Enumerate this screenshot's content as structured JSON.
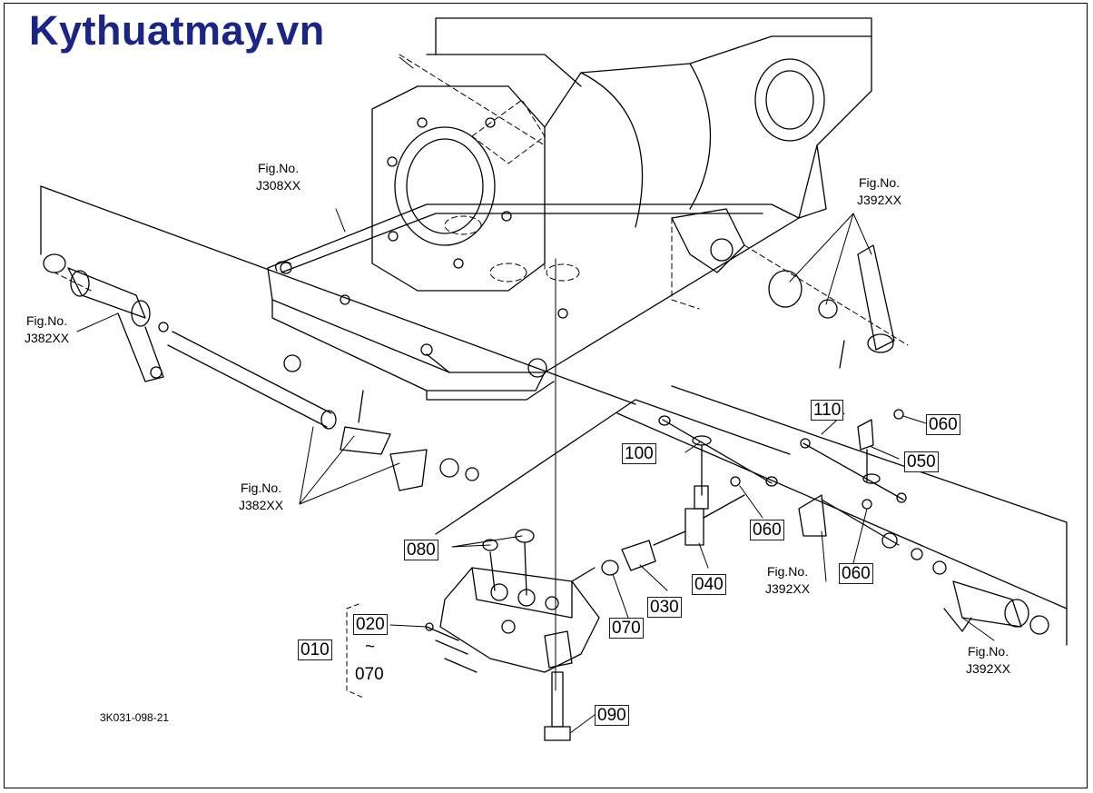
{
  "watermark": "Kythuatmay.vn",
  "figure_refs": [
    {
      "id": "j308",
      "label": "Fig.No.",
      "ref": "J308XX"
    },
    {
      "id": "j392-top",
      "label": "Fig.No.",
      "ref": "J392XX"
    },
    {
      "id": "j382-left",
      "label": "Fig.No.",
      "ref": "J382XX"
    },
    {
      "id": "j382-mid",
      "label": "Fig.No.",
      "ref": "J382XX"
    },
    {
      "id": "j392-mid",
      "label": "Fig.No.",
      "ref": "J392XX"
    },
    {
      "id": "j392-bottom",
      "label": "Fig.No.",
      "ref": "J392XX"
    }
  ],
  "part_labels": {
    "p110": "110",
    "p060a": "060",
    "p100": "100",
    "p050": "050",
    "p060b": "060",
    "p060c": "060",
    "p080": "080",
    "p040": "040",
    "p030": "030",
    "p070": "070",
    "p020": "020",
    "p010": "010",
    "p090": "090"
  },
  "range_mark": "~",
  "range_end": "070",
  "drawing_code": "3K031-098-21"
}
